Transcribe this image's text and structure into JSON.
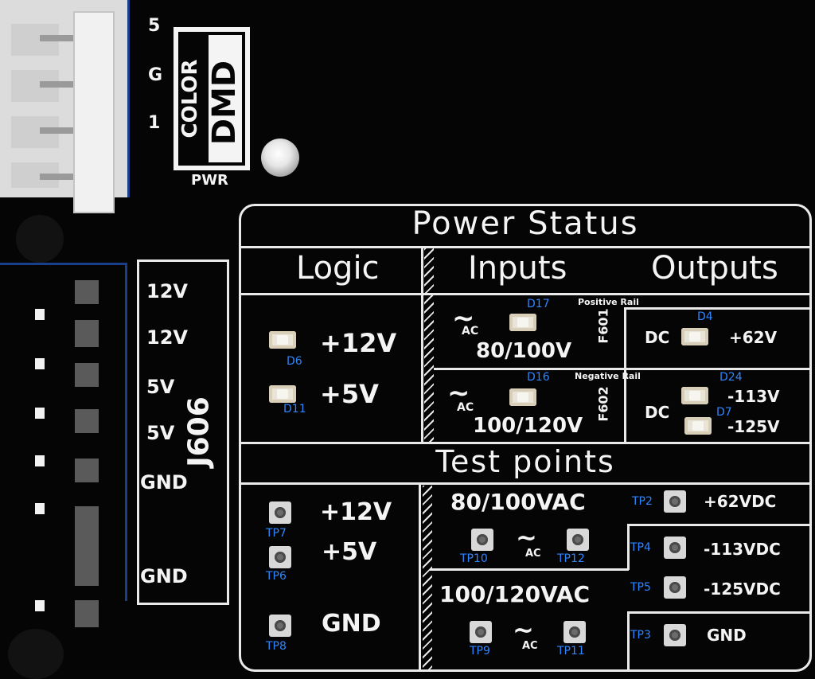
{
  "connector_top": {
    "pins": [
      "5",
      "G",
      "1"
    ]
  },
  "logo": {
    "lines": [
      "COLOR",
      "DMD"
    ],
    "label": "PWR"
  },
  "j606": {
    "ref": "J606",
    "pins": [
      "12V",
      "12V",
      "5V",
      "5V",
      "GND",
      "GND"
    ]
  },
  "panel": {
    "title": "Power Status",
    "logic": {
      "header": "Logic",
      "rows": [
        {
          "value": "+12V",
          "ref": "D6"
        },
        {
          "value": "+5V",
          "ref": "D11"
        }
      ]
    },
    "inputs": {
      "header": "Inputs"
    },
    "outputs": {
      "header": "Outputs"
    },
    "rails": [
      {
        "name": "Positive Rail",
        "ac": "AC",
        "led_ref": "D17",
        "voltage": "80/100V",
        "fuse": "F601",
        "dc": "DC",
        "outputs": [
          {
            "ref": "D4",
            "value": "+62V"
          }
        ]
      },
      {
        "name": "Negative Rail",
        "ac": "AC",
        "led_ref": "D16",
        "voltage": "100/120V",
        "fuse": "F602",
        "dc": "DC",
        "outputs": [
          {
            "ref": "D24",
            "value": "-113V"
          },
          {
            "ref": "D7",
            "value": "-125V"
          }
        ]
      }
    ],
    "test_points": {
      "title": "Test points",
      "logic": [
        {
          "ref": "TP7",
          "value": "+12V"
        },
        {
          "ref": "TP6",
          "value": "+5V"
        },
        {
          "ref": "TP8",
          "value": "GND"
        }
      ],
      "ac": [
        {
          "label": "80/100VAC",
          "ac": "AC",
          "left_ref": "TP10",
          "right_ref": "TP12"
        },
        {
          "label": "100/120VAC",
          "ac": "AC",
          "left_ref": "TP9",
          "right_ref": "TP11"
        }
      ],
      "dc": [
        {
          "ref": "TP2",
          "value": "+62VDC"
        },
        {
          "ref": "TP4",
          "value": "-113VDC"
        },
        {
          "ref": "TP5",
          "value": "-125VDC"
        },
        {
          "ref": "TP3",
          "value": "GND"
        }
      ]
    }
  }
}
